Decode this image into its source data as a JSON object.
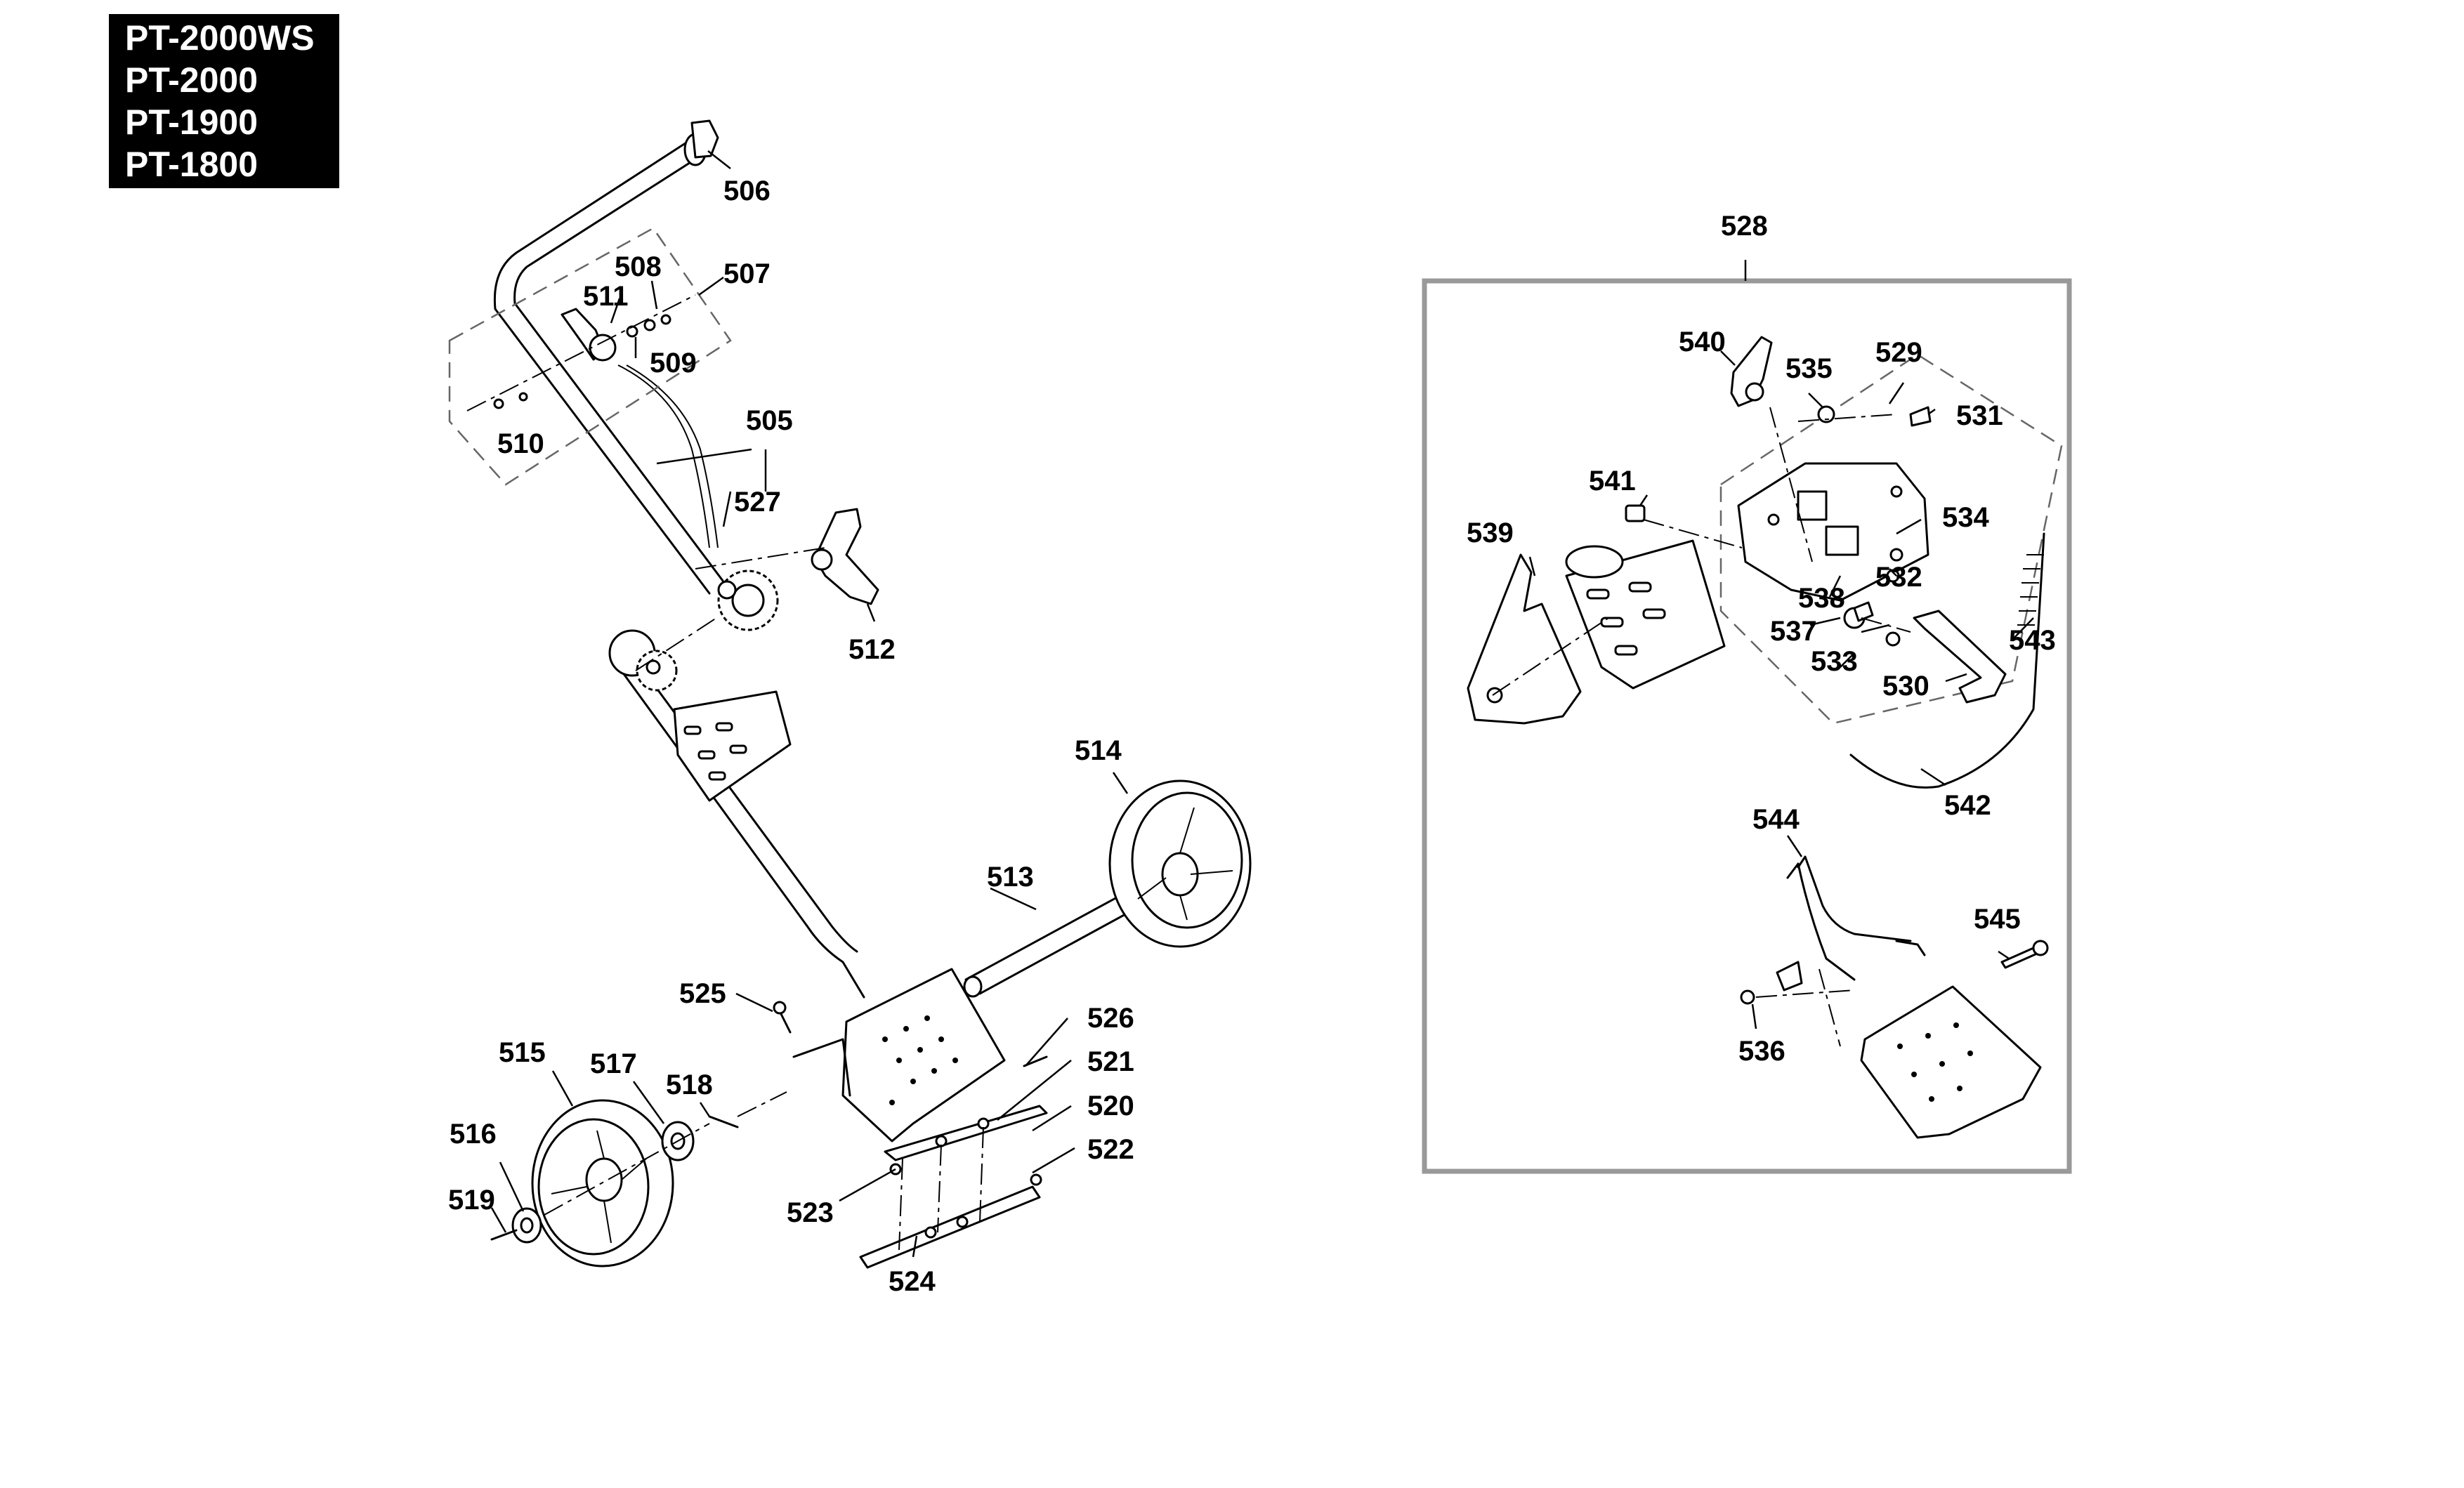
{
  "models": [
    "PT-2000WS",
    "PT-2000",
    "PT-1900",
    "PT-1800"
  ],
  "callouts": {
    "c505": "505",
    "c506": "506",
    "c507": "507",
    "c508": "508",
    "c509": "509",
    "c510": "510",
    "c511": "511",
    "c512": "512",
    "c513": "513",
    "c514": "514",
    "c515": "515",
    "c516": "516",
    "c517": "517",
    "c518": "518",
    "c519": "519",
    "c520": "520",
    "c521": "521",
    "c522": "522",
    "c523": "523",
    "c524": "524",
    "c525": "525",
    "c526": "526",
    "c527": "527",
    "c528": "528",
    "c529": "529",
    "c530": "530",
    "c531": "531",
    "c532": "532",
    "c533": "533",
    "c534": "534",
    "c535": "535",
    "c536": "536",
    "c537": "537",
    "c538": "538",
    "c539": "539",
    "c540": "540",
    "c541": "541",
    "c542": "542",
    "c543": "543",
    "c544": "544",
    "c545": "545"
  }
}
